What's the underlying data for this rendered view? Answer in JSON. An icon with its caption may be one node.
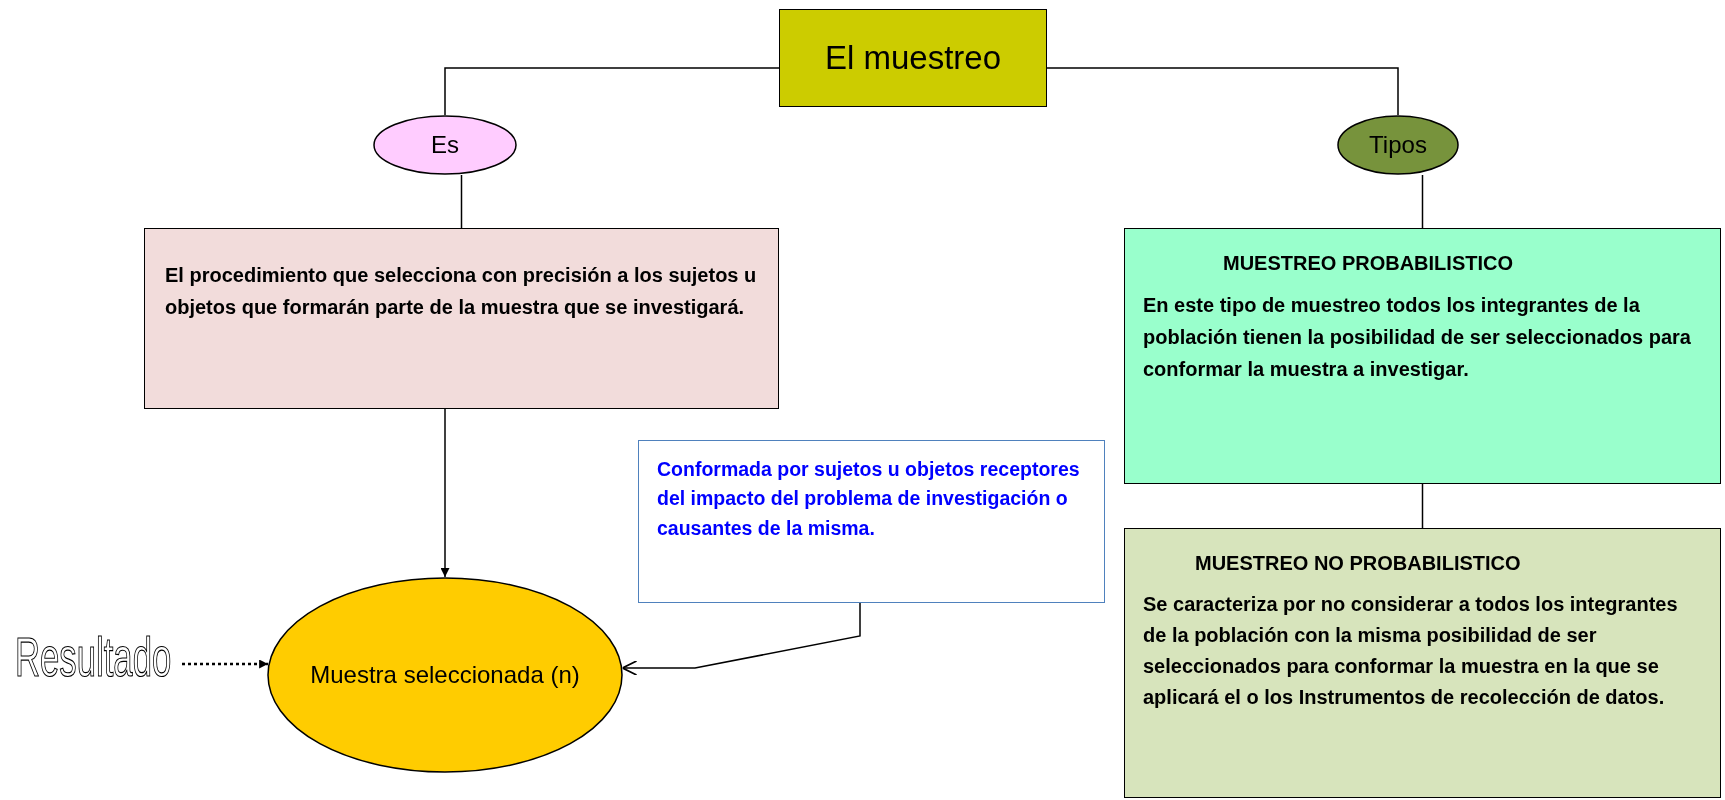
{
  "diagram": {
    "nodes": [
      {
        "text": [
          "El muestreo"
        ]
      },
      {
        "text": [
          "Es"
        ]
      },
      {
        "text": [
          "Tipos"
        ]
      },
      {
        "text": [
          "El procedimiento que selecciona con precisión a los sujetos u objetos que formarán parte de la muestra que se investigará."
        ]
      },
      {
        "text": [
          "MUESTREO PROBABILISTICO",
          "En este tipo de muestreo todos los integrantes de la población tienen la posibilidad de ser seleccionados para conformar la muestra a investigar."
        ]
      },
      {
        "text": [
          "MUESTREO NO PROBABILISTICO",
          "Se caracteriza por no considerar a todos los integrantes de la población con la misma posibilidad de ser seleccionados para conformar la muestra en la que se aplicará el o los Instrumentos de recolección de datos."
        ]
      },
      {
        "text": [
          "Conformada por sujetos u objetos receptores del impacto del problema de investigación o causantes de la misma."
        ]
      },
      {
        "text": [
          "Resultado"
        ]
      },
      {
        "text": [
          "Muestra seleccionada (n)"
        ]
      }
    ],
    "edges": [
      {
        "from": 0,
        "to": 1,
        "arrow": "none"
      },
      {
        "from": 0,
        "to": 2,
        "arrow": "none"
      },
      {
        "from": 1,
        "to": 3,
        "arrow": "none"
      },
      {
        "from": 2,
        "to": 4,
        "arrow": "none"
      },
      {
        "from": 3,
        "to": 8,
        "arrow": "to"
      },
      {
        "from": 4,
        "to": 5,
        "arrow": "none"
      },
      {
        "from": 6,
        "to": 8,
        "arrow": "to"
      },
      {
        "from": 7,
        "to": 8,
        "arrow": "to",
        "style": "dashed"
      }
    ]
  }
}
